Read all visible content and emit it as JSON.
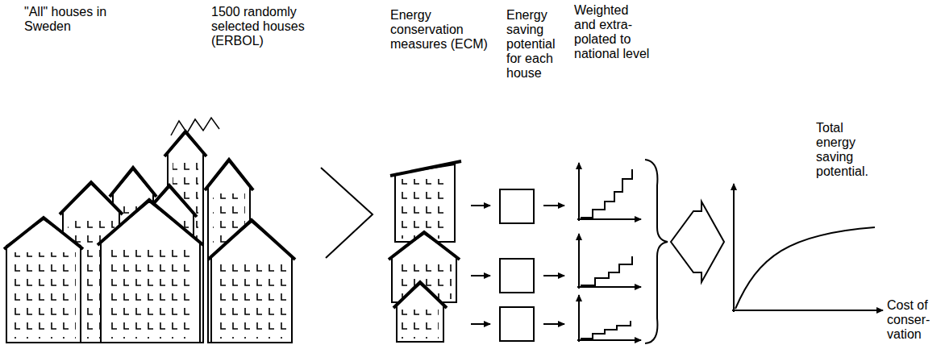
{
  "diagram": {
    "labels": [
      "\"All\" houses in Sweden",
      "1500 randomly selected houses (ERBOL)",
      "Energy conservation measures (ECM)",
      "Energy saving potential for each house",
      "Weighted and extra-polated to national level",
      "Total energy saving potential.",
      "Cost of conser-vation"
    ]
  }
}
